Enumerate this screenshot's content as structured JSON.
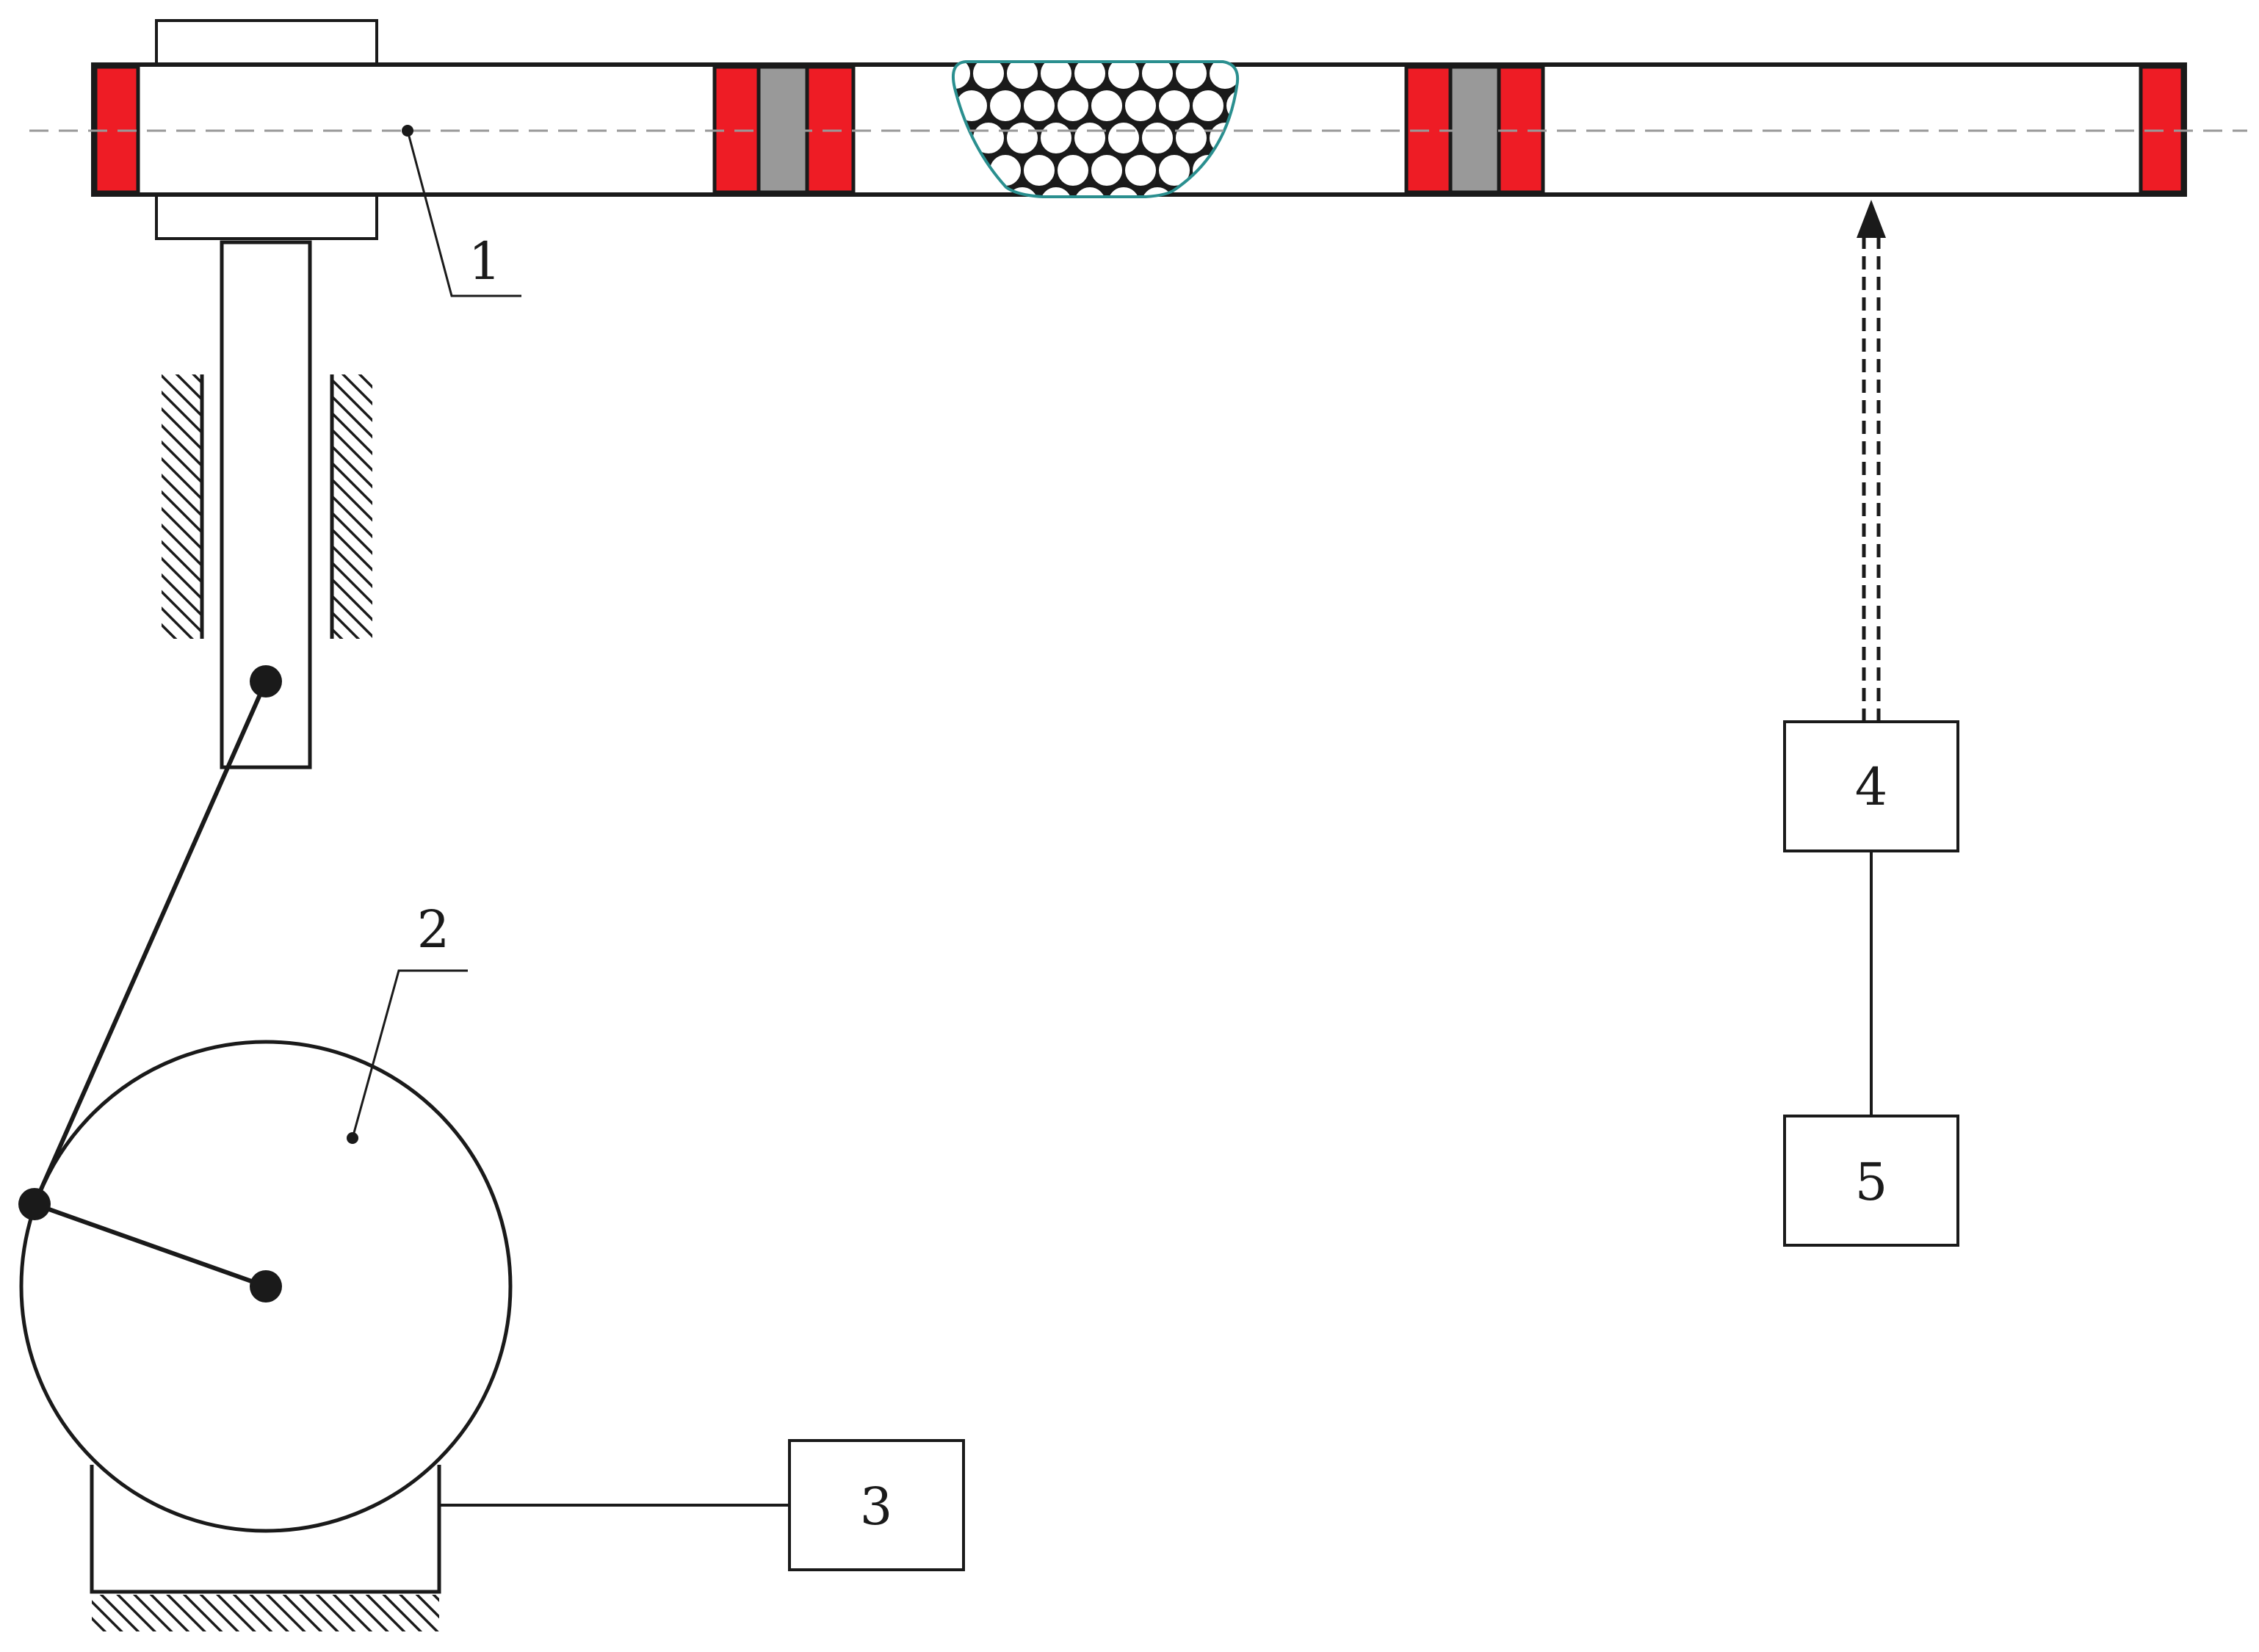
{
  "diagram": {
    "labels": {
      "tube": "1",
      "flywheel": "2",
      "block3": "3",
      "block4": "4",
      "block5": "5"
    },
    "colors": {
      "seal": "#ee1c25",
      "spacer": "#999999",
      "granular_outline": "#2a8f8f",
      "stroke": "#1a1a1a",
      "axis": "#999999"
    },
    "icons": {
      "granular_medium": "circle-pack",
      "signal": "double-dashed-arrow-up"
    }
  }
}
